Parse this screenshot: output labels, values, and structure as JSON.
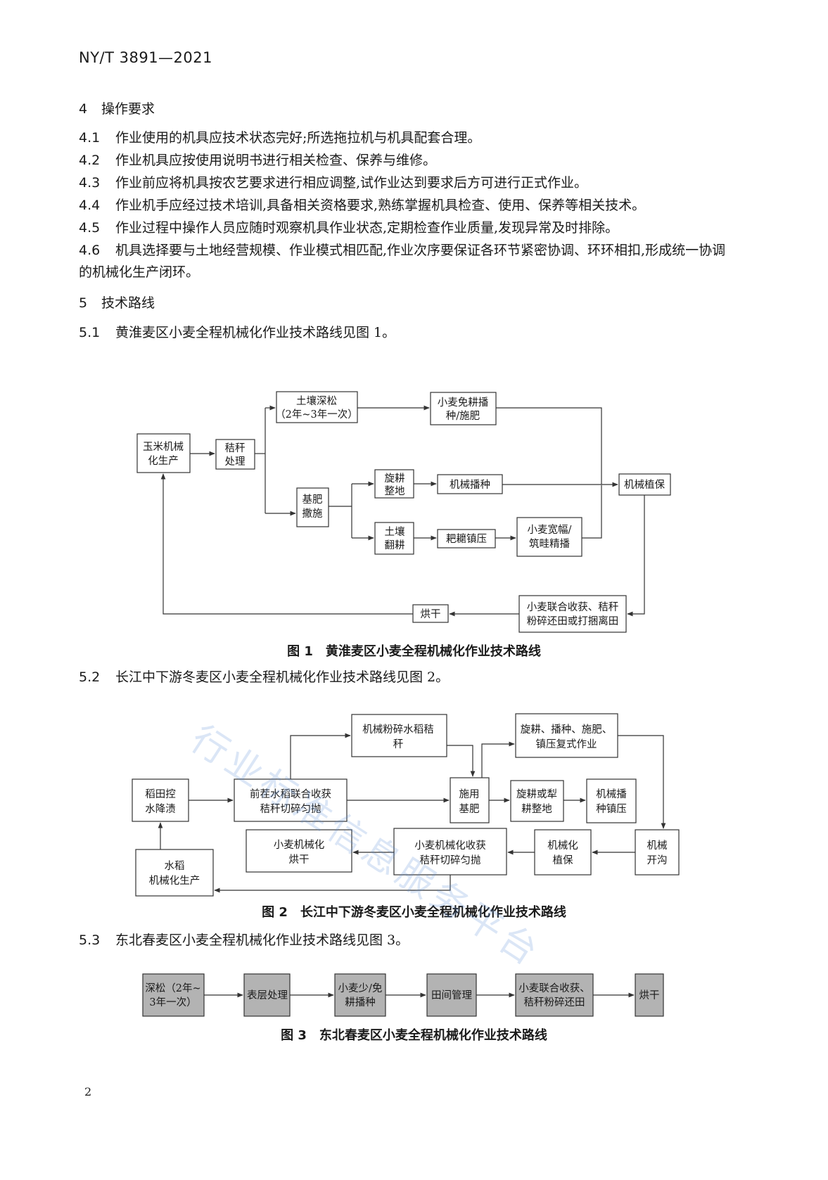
{
  "header": "NY/T 3891—2021",
  "page_number": "2",
  "watermark": "行业标准信息服务平台",
  "section4": {
    "number": "4",
    "title": "操作要求",
    "items": [
      {
        "num": "4.1",
        "text": "作业使用的机具应技术状态完好;所选拖拉机与机具配套合理。"
      },
      {
        "num": "4.2",
        "text": "作业机具应按使用说明书进行相关检查、保养与维修。"
      },
      {
        "num": "4.3",
        "text": "作业前应将机具按农艺要求进行相应调整,试作业达到要求后方可进行正式作业。"
      },
      {
        "num": "4.4",
        "text": "作业机手应经过技术培训,具备相关资格要求,熟练掌握机具检查、使用、保养等相关技术。"
      },
      {
        "num": "4.5",
        "text": "作业过程中操作人员应随时观察机具作业状态,定期检查作业质量,发现异常及时排除。"
      },
      {
        "num": "4.6",
        "text": "机具选择要与土地经营规模、作业模式相匹配,作业次序要保证各环节紧密协调、环环相扣,形成统一协调的机械化生产闭环。"
      }
    ]
  },
  "section5": {
    "number": "5",
    "title": "技术路线",
    "items": [
      {
        "num": "5.1",
        "text": "黄淮麦区小麦全程机械化作业技术路线见图 1。"
      },
      {
        "num": "5.2",
        "text": "长江中下游冬麦区小麦全程机械化作业技术路线见图 2。"
      },
      {
        "num": "5.3",
        "text": "东北春麦区小麦全程机械化作业技术路线见图 3。"
      }
    ]
  },
  "fig1": {
    "caption": "图 1　黄淮麦区小麦全程机械化作业技术路线",
    "nodes": {
      "corn": [
        "玉米机械",
        "化生产"
      ],
      "straw": [
        "秸秆",
        "处理"
      ],
      "deep": [
        "土壤深松",
        "（2年~3年一次）"
      ],
      "notill": [
        "小麦免耕播",
        "种/施肥"
      ],
      "base": [
        "基肥",
        "撒施"
      ],
      "rotary": [
        "旋耕",
        "整地"
      ],
      "mseed": [
        "机械播种"
      ],
      "plow": [
        "土壤",
        "翻耕"
      ],
      "harrow": [
        "耙耱镇压"
      ],
      "wide": [
        "小麦宽幅/",
        "筑畦精播"
      ],
      "protect": [
        "机械植保"
      ],
      "harvest": [
        "小麦联合收获、秸秆",
        "粉碎还田或打捆离田"
      ],
      "dry": [
        "烘干"
      ]
    }
  },
  "fig2": {
    "caption": "图 2　长江中下游冬麦区小麦全程机械化作业技术路线",
    "nodes": {
      "drain": [
        "稻田控",
        "水降渍"
      ],
      "riceharv": [
        "前茬水稻联合收获",
        "秸秆切碎匀抛"
      ],
      "crush": [
        "机械粉碎水稻秸",
        "秆"
      ],
      "fert": [
        "施用",
        "基肥"
      ],
      "compound": [
        "旋耕、播种、施肥、",
        "镇压复式作业"
      ],
      "rotplow": [
        "旋耕或犁",
        "耕整地"
      ],
      "seedpress": [
        "机械播",
        "种镇压"
      ],
      "ditch": [
        "机械",
        "开沟"
      ],
      "protect": [
        "机械化",
        "植保"
      ],
      "harvest": [
        "小麦机械化收获",
        "秸秆切碎匀抛"
      ],
      "dry": [
        "小麦机械化",
        "烘干"
      ],
      "riceprod": [
        "水稻",
        "机械化生产"
      ]
    }
  },
  "fig3": {
    "caption": "图 3　东北春麦区小麦全程机械化作业技术路线",
    "nodes": {
      "deep": [
        "深松（2年~",
        "3年一次）"
      ],
      "surface": [
        "表层处理"
      ],
      "seed": [
        "小麦少/免",
        "耕播种"
      ],
      "field": [
        "田间管理"
      ],
      "harvest": [
        "小麦联合收获、",
        "秸秆粉碎还田"
      ],
      "dry": [
        "烘干"
      ]
    }
  }
}
